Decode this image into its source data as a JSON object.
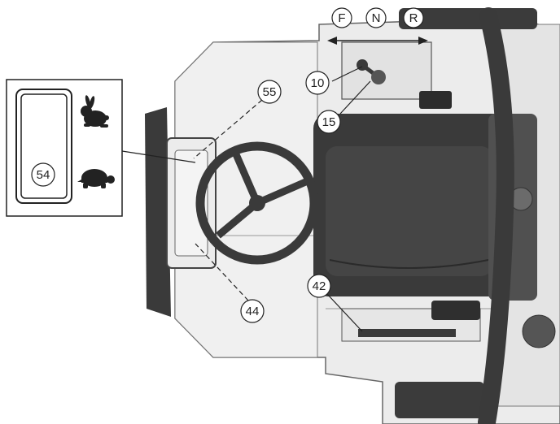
{
  "direction_selector": {
    "forward": "F",
    "neutral": "N",
    "reverse": "R"
  },
  "callouts": {
    "c10": "10",
    "c15": "15",
    "c42": "42",
    "c44": "44",
    "c54": "54",
    "c55": "55"
  },
  "icons": {
    "fast": "rabbit-icon",
    "slow": "turtle-icon"
  },
  "colors": {
    "body": "#e9e9e9",
    "dark": "#3b3b3b",
    "darker": "#2a2a2a",
    "outline": "#555555"
  }
}
